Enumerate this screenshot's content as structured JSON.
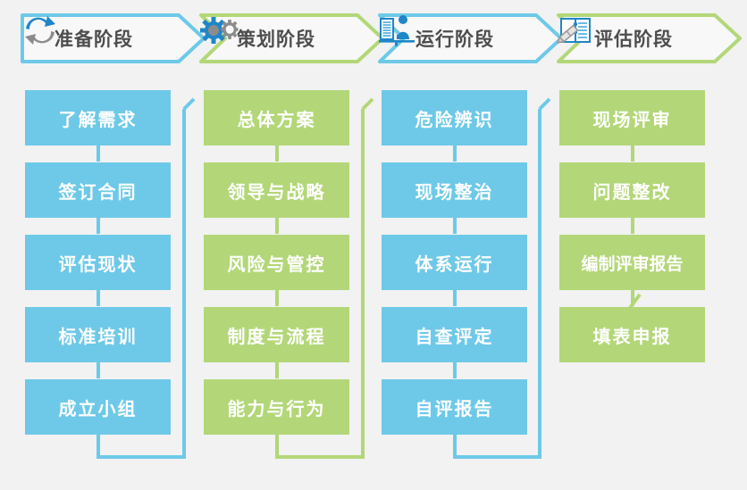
{
  "diagram": {
    "title_stages": [
      {
        "id": "prep",
        "label": "准备阶段",
        "icon": "refresh-cycle-icon",
        "color": "#6ec9e8"
      },
      {
        "id": "plan",
        "label": "策划阶段",
        "icon": "gears-icon",
        "color": "#b3d778"
      },
      {
        "id": "run",
        "label": "运行阶段",
        "icon": "person-at-desk-icon",
        "color": "#6ec9e8"
      },
      {
        "id": "eval",
        "label": "评估阶段",
        "icon": "pencil-book-icon",
        "color": "#b3d778"
      }
    ],
    "columns": [
      {
        "id": "col-prep",
        "color": "#6ec9e8",
        "color_name": "blue",
        "steps": [
          "了解需求",
          "签订合同",
          "评估现状",
          "标准培训",
          "成立小组"
        ]
      },
      {
        "id": "col-plan",
        "color": "#b3d778",
        "color_name": "green",
        "steps": [
          "总体方案",
          "领导与战略",
          "风险与管控",
          "制度与流程",
          "能力与行为"
        ]
      },
      {
        "id": "col-run",
        "color": "#6ec9e8",
        "color_name": "blue",
        "steps": [
          "危险辨识",
          "现场整治",
          "体系运行",
          "自查评定",
          "自评报告"
        ]
      },
      {
        "id": "col-eval",
        "color": "#b3d778",
        "color_name": "green",
        "steps": [
          "现场评审",
          "问题整改",
          "编制评审报告",
          "填表申报"
        ]
      }
    ],
    "palette": {
      "blue": "#6ec9e8",
      "green": "#b3d778",
      "background": "#f1f2f1",
      "banner_text": "#4d4d4d",
      "icon_blue": "#1f86c8",
      "icon_gray": "#8c8c8c",
      "box_text": "#ffffff"
    }
  }
}
